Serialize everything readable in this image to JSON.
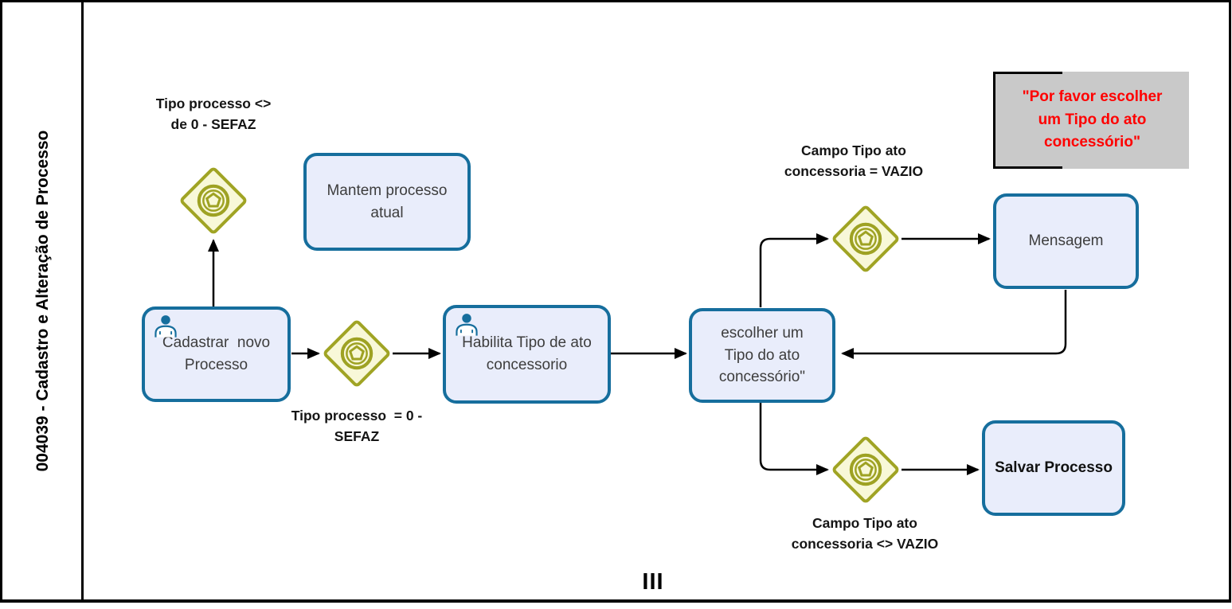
{
  "lane": {
    "title": "004039 - Cadastro e Alteração de Processo"
  },
  "tasks": {
    "mantem": {
      "label": "Mantem processo\natual"
    },
    "cadastrar": {
      "label": "Cadastrar  novo\nProcesso"
    },
    "habilita": {
      "label": "Habilita Tipo de ato\nconcessorio"
    },
    "escolher": {
      "label": "escolher um\nTipo do ato\nconcessório\""
    },
    "mensagem": {
      "label": "Mensagem"
    },
    "salvar": {
      "label": "Salvar Processo"
    }
  },
  "gateways": {
    "top_left": {
      "type": "event-based-gateway"
    },
    "main": {
      "type": "event-based-gateway"
    },
    "vazio": {
      "type": "event-based-gateway"
    },
    "nao_vazio": {
      "type": "event-based-gateway"
    }
  },
  "labels": {
    "tipo_diff": "Tipo processo <>\nde 0 - SEFAZ",
    "tipo_eq": "Tipo processo  = 0 -\nSEFAZ",
    "campo_vazio": "Campo Tipo ato\nconcessoria = VAZIO",
    "campo_nao_vazio": "Campo Tipo ato\nconcessoria <> VAZIO"
  },
  "annotation": {
    "text": "\"Por favor escolher\num Tipo do ato\nconcessório\"",
    "text_color": "#ff0000",
    "bg_color": "#c9c9c9"
  },
  "marker": {
    "label": "III"
  },
  "colors": {
    "task_border": "#166e9d",
    "task_fill": "#e9edfb",
    "gateway_border": "#a0a424",
    "gateway_fill": "#f8f8d8",
    "user_icon": "#166e9d",
    "connector": "#000000"
  }
}
